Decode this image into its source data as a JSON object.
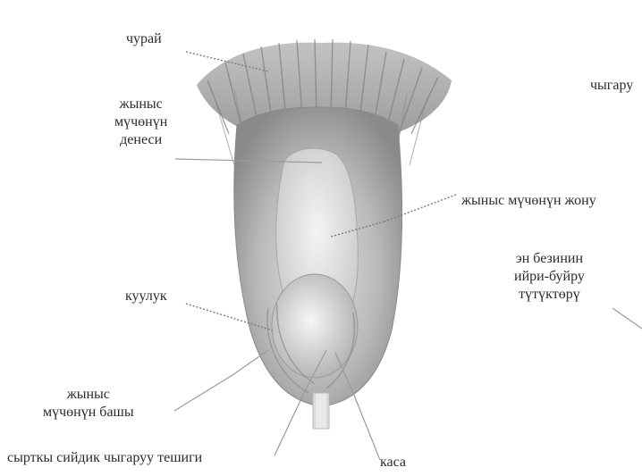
{
  "labels": {
    "churai": "чурай",
    "chygaruu_top": "чыгару",
    "body_lines": [
      "жыныс",
      "мүчөнүн",
      "денеси"
    ],
    "back": "жыныс мүчөнүн жону",
    "gland_lines": [
      "эн безинин",
      "ийри-буйру",
      "түтүктөрү"
    ],
    "kuuluk": "куулук",
    "head_lines": [
      "жыныс",
      "мүчөнүн башы"
    ],
    "urethra_opening": "сырткы сийдик чыгаруу тешиги",
    "kasa": "каса"
  }
}
